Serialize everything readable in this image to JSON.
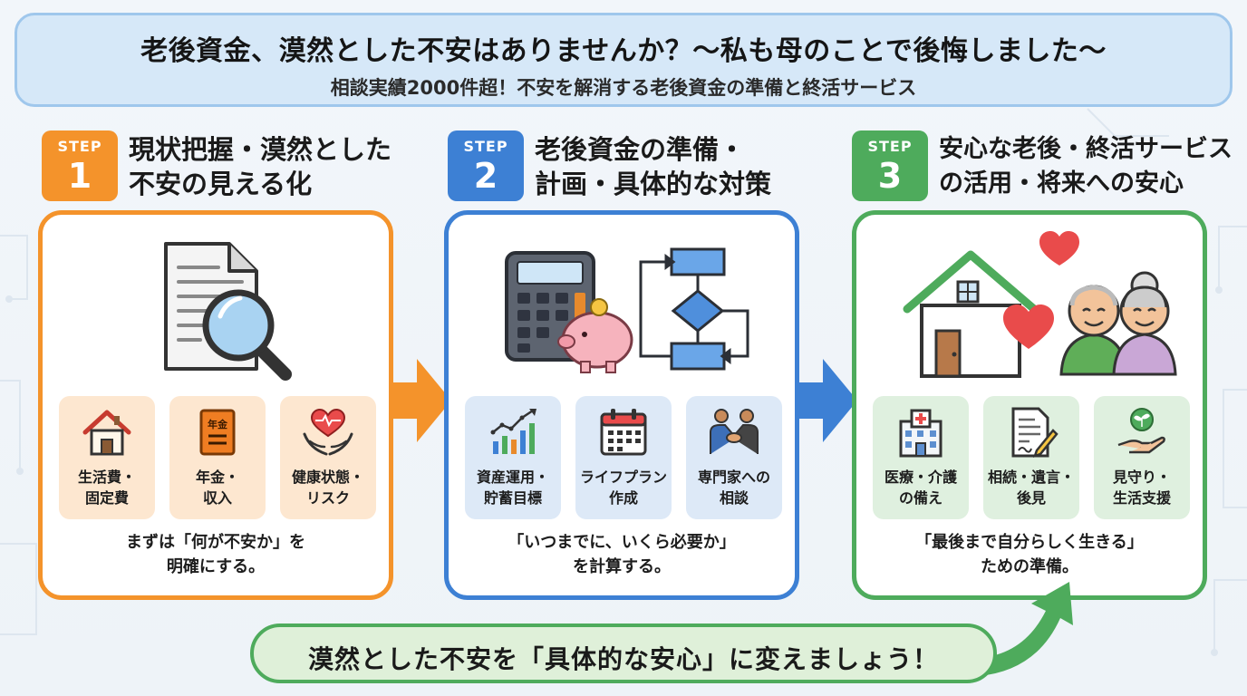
{
  "header": {
    "title": "老後資金、漠然とした不安はありませんか？〜私も母のことで後悔しました〜",
    "subtitle": "相談実績2000件超！不安を解消する老後資金の準備と終活サービス"
  },
  "step_label": "STEP",
  "steps": [
    {
      "number": "1",
      "color": "#f4932b",
      "title_lines": [
        "現状把握・漠然とした",
        "不安の見える化"
      ],
      "items": [
        {
          "icon": "house-icon",
          "lines": [
            "生活費・",
            "固定費"
          ]
        },
        {
          "icon": "pension-book-icon",
          "book_text": "年金",
          "lines": [
            "年金・",
            "収入"
          ]
        },
        {
          "icon": "health-heart-hands-icon",
          "lines": [
            "健康状態・",
            "リスク"
          ]
        }
      ],
      "desc_lines": [
        "まずは「何が不安か」を",
        "明確にする。"
      ]
    },
    {
      "number": "2",
      "color": "#3d80d4",
      "title_lines": [
        "老後資金の準備・",
        "計画・具体的な対策"
      ],
      "items": [
        {
          "icon": "growth-chart-icon",
          "lines": [
            "資産運用・",
            "貯蓄目標"
          ]
        },
        {
          "icon": "calendar-icon",
          "lines": [
            "ライフプラン",
            "作成"
          ]
        },
        {
          "icon": "handshake-icon",
          "lines": [
            "専門家への",
            "相談"
          ]
        }
      ],
      "desc_lines": [
        "「いつまでに、いくら必要か」",
        "を計算する。"
      ]
    },
    {
      "number": "3",
      "color": "#4eab5c",
      "title_lines": [
        "安心な老後・終活サービス",
        "の活用・将来への安心"
      ],
      "items": [
        {
          "icon": "hospital-icon",
          "lines": [
            "医療・介護",
            "の備え"
          ]
        },
        {
          "icon": "document-pen-icon",
          "lines": [
            "相続・遺言・",
            "後見"
          ]
        },
        {
          "icon": "care-hand-plant-icon",
          "lines": [
            "見守り・",
            "生活支援"
          ]
        }
      ],
      "desc_lines": [
        "「最後まで自分らしく生きる」",
        "ための準備。"
      ]
    }
  ],
  "banner": "漠然とした不安を「具体的な安心」に変えましょう！"
}
